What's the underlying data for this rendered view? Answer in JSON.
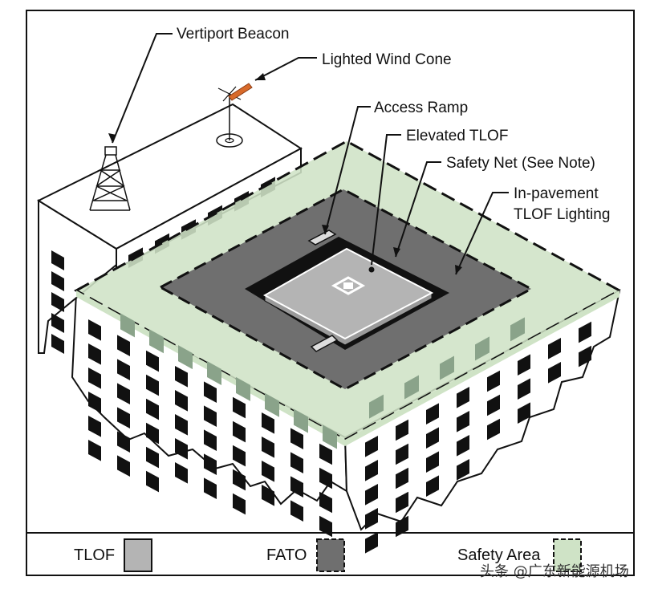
{
  "labels": {
    "vertiport_beacon": "Vertiport Beacon",
    "wind_cone": "Lighted Wind Cone",
    "access_ramp": "Access Ramp",
    "elevated_tlof": "Elevated TLOF",
    "safety_net": "Safety Net (See Note)",
    "in_pavement_1": "In-pavement",
    "in_pavement_2": "TLOF Lighting"
  },
  "legend": {
    "tlof": "TLOF",
    "fato": "FATO",
    "safety_area": "Safety Area"
  },
  "watermark": "头条 @广东新能源机场",
  "colors": {
    "tlof": "#b4b4b4",
    "fato": "#6f6f6f",
    "safety_area": "#cfe3c6",
    "wind_cone": "#d86a2a",
    "building": "#ffffff",
    "window": "#111111"
  }
}
